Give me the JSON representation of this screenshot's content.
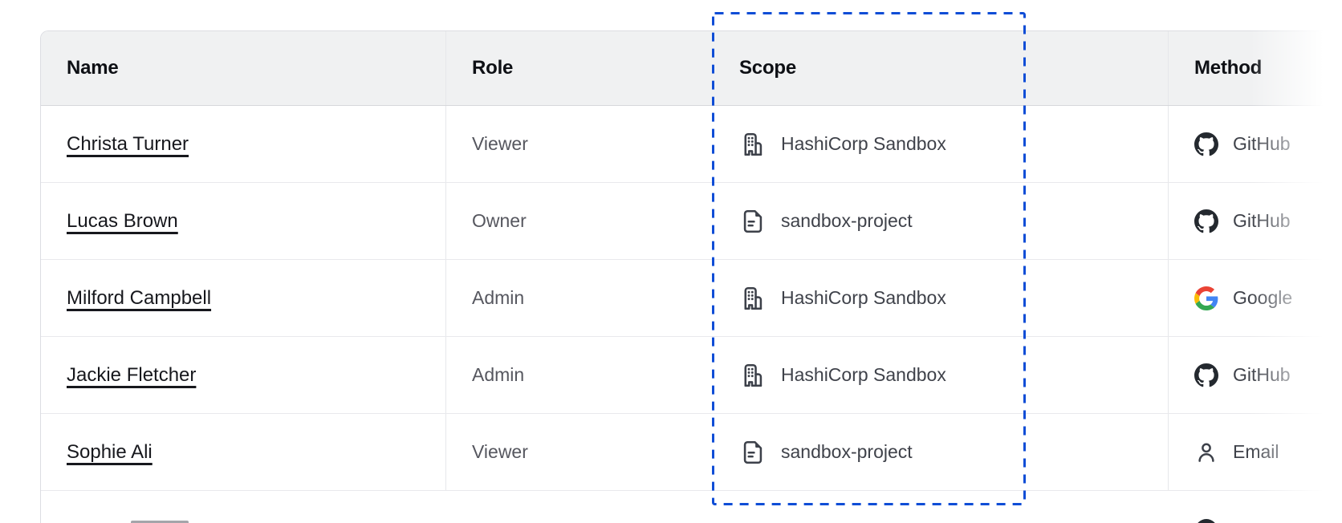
{
  "table": {
    "columns": [
      {
        "key": "name",
        "label": "Name"
      },
      {
        "key": "role",
        "label": "Role"
      },
      {
        "key": "scope",
        "label": "Scope"
      },
      {
        "key": "method",
        "label": "Method"
      }
    ],
    "rows": [
      {
        "name": "Christa Turner",
        "role": "Viewer",
        "scope": {
          "label": "HashiCorp Sandbox",
          "icon": "org-icon"
        },
        "method": {
          "label": "GitHub",
          "icon": "github-icon"
        }
      },
      {
        "name": "Lucas Brown",
        "role": "Owner",
        "scope": {
          "label": "sandbox-project",
          "icon": "file-text-icon"
        },
        "method": {
          "label": "GitHub",
          "icon": "github-icon"
        }
      },
      {
        "name": "Milford Campbell",
        "role": "Admin",
        "scope": {
          "label": "HashiCorp Sandbox",
          "icon": "org-icon"
        },
        "method": {
          "label": "Google",
          "icon": "google-icon"
        }
      },
      {
        "name": "Jackie Fletcher",
        "role": "Admin",
        "scope": {
          "label": "HashiCorp Sandbox",
          "icon": "org-icon"
        },
        "method": {
          "label": "GitHub",
          "icon": "github-icon"
        }
      },
      {
        "name": "Sophie Ali",
        "role": "Viewer",
        "scope": {
          "label": "sandbox-project",
          "icon": "file-text-icon"
        },
        "method": {
          "label": "Email",
          "icon": "user-icon"
        }
      }
    ]
  },
  "annotation": {
    "target": "scope-column",
    "style": "dashed-rectangle",
    "color": "#0f4dd6"
  },
  "colors": {
    "header_bg": "#f0f1f2",
    "border": "#e6e7ea",
    "highlight_blue": "#0f4dd6",
    "github_icon": "#24292f"
  }
}
